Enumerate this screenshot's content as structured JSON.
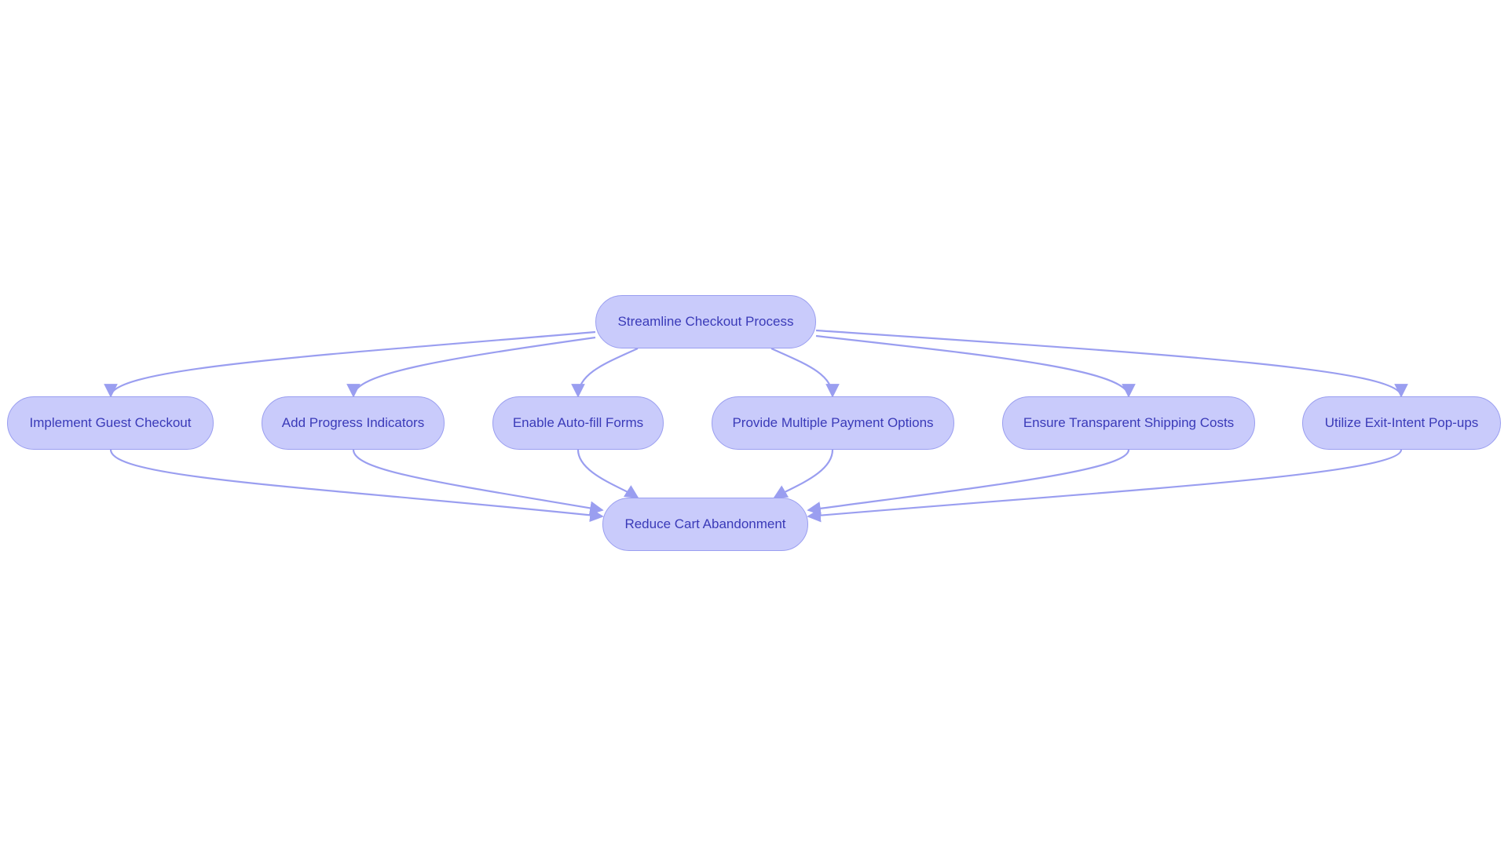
{
  "diagram": {
    "edge_color": "#9a9ef0",
    "node_fill": "#c9cbfb",
    "node_border": "#9a9ef0",
    "text_color": "#3a3ab8",
    "root": {
      "label": "Streamline Checkout Process"
    },
    "target": {
      "label": "Reduce Cart Abandonment"
    },
    "steps": [
      {
        "label": "Implement Guest Checkout"
      },
      {
        "label": "Add Progress Indicators"
      },
      {
        "label": "Enable Auto-fill Forms"
      },
      {
        "label": "Provide Multiple Payment Options"
      },
      {
        "label": "Ensure Transparent Shipping Costs"
      },
      {
        "label": "Utilize Exit-Intent Pop-ups"
      }
    ],
    "edges": [
      {
        "from": "Streamline Checkout Process",
        "to": "Implement Guest Checkout"
      },
      {
        "from": "Streamline Checkout Process",
        "to": "Add Progress Indicators"
      },
      {
        "from": "Streamline Checkout Process",
        "to": "Enable Auto-fill Forms"
      },
      {
        "from": "Streamline Checkout Process",
        "to": "Provide Multiple Payment Options"
      },
      {
        "from": "Streamline Checkout Process",
        "to": "Ensure Transparent Shipping Costs"
      },
      {
        "from": "Streamline Checkout Process",
        "to": "Utilize Exit-Intent Pop-ups"
      },
      {
        "from": "Implement Guest Checkout",
        "to": "Reduce Cart Abandonment"
      },
      {
        "from": "Add Progress Indicators",
        "to": "Reduce Cart Abandonment"
      },
      {
        "from": "Enable Auto-fill Forms",
        "to": "Reduce Cart Abandonment"
      },
      {
        "from": "Provide Multiple Payment Options",
        "to": "Reduce Cart Abandonment"
      },
      {
        "from": "Ensure Transparent Shipping Costs",
        "to": "Reduce Cart Abandonment"
      },
      {
        "from": "Utilize Exit-Intent Pop-ups",
        "to": "Reduce Cart Abandonment"
      }
    ]
  }
}
